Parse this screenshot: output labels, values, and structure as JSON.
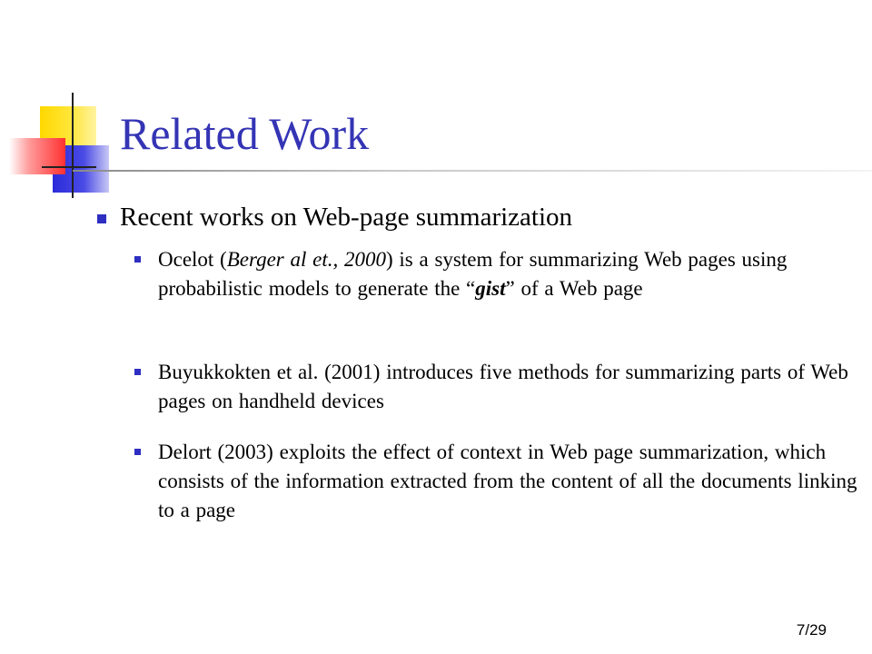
{
  "slide": {
    "title": "Related Work",
    "bullet": "Recent works on Web-page summarization",
    "items": [
      {
        "before": "Ocelot (",
        "italic": "Berger al et., 2000",
        "middle": ") is a system for summarizing Web pages using probabilistic models to generate the “",
        "bold_italic": "gist",
        "after": "” of a Web page"
      },
      {
        "text": "Buyukkokten et al. (2001) introduces five methods for summarizing parts of Web pages on handheld devices"
      },
      {
        "text": "Delort (2003) exploits the effect of context in Web page summarization, which consists of the information extracted from the content of all the documents linking to a page"
      }
    ],
    "page_number": "7/29"
  },
  "colors": {
    "title": "#3434b5",
    "bullet": "#2e2ec2",
    "deco_yellow": "#ffd800",
    "deco_blue": "#2b2bd9",
    "deco_red": "#ff3030"
  }
}
